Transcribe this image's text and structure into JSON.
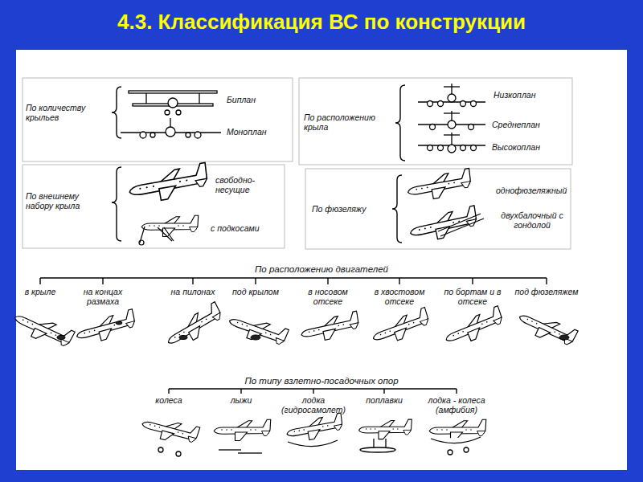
{
  "diagram": {
    "title": "4.3. Классификация ВС по конструкции",
    "labels": [
      "По количеству крыльев",
      "Биплан",
      "Моноплан",
      "По расположению крыла",
      "Низкоплан",
      "Среднеплан",
      "Высокоплан",
      "По внешнему набору крыла",
      "свободно-несущие",
      "с подкосами",
      "По фюзеляжу",
      "однофюзеляжный",
      "двухбалочный с гондолой",
      "По расположению двигателей",
      "в крыле",
      "на концах размаха",
      "на пилонах",
      "под крылом",
      "в носовом отсеке",
      "в хвостовом отсеке",
      "по бортам и в отсеке",
      "под фюзеляжем",
      "По типу взлетно-посадочных опор",
      "колеса",
      "лыжи",
      "лодка (гидросамолет)",
      "поплавки",
      "лодка - колеса (амфибия)"
    ]
  }
}
